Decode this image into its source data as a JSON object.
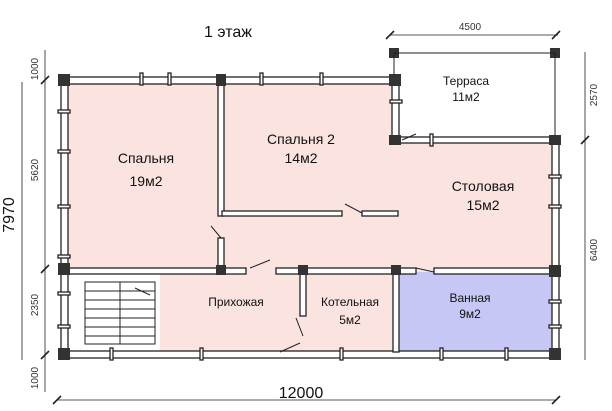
{
  "title": "1 этаж",
  "rooms": [
    {
      "name": "Спальня",
      "area": "19м2"
    },
    {
      "name": "Спальня 2",
      "area": "14м2"
    },
    {
      "name": "Терраса",
      "area": "11м2"
    },
    {
      "name": "Столовая",
      "area": "15м2"
    },
    {
      "name": "Прихожая",
      "area": ""
    },
    {
      "name": "Котельная",
      "area": "5м2"
    },
    {
      "name": "Ванная",
      "area": "9м2"
    }
  ],
  "dimensions": {
    "terrace_width": "4500",
    "total_width": "12000",
    "total_height": "7970",
    "left_top": "1000",
    "left_mid": "5620",
    "left_low": "2350",
    "left_bottom": "1000",
    "right_top": "2570",
    "right_low": "6400"
  },
  "colors": {
    "rooms": "#fbe3e0",
    "bathroom": "#c7c7f5",
    "walls": "#222222"
  }
}
